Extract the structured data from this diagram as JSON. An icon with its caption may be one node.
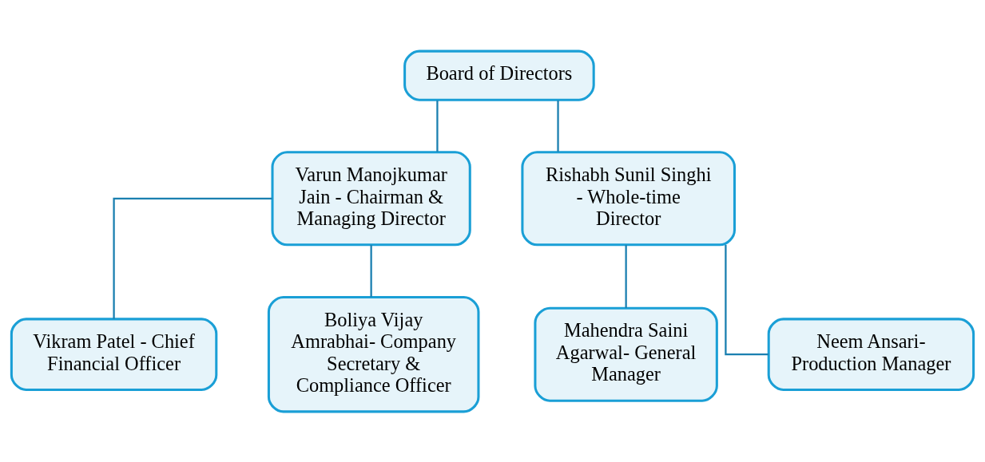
{
  "diagram": {
    "nodes": [
      {
        "text": [
          "Board of Directors"
        ]
      },
      {
        "text": [
          "Varun Manojkumar Jain - Chairman & Managing Director"
        ]
      },
      {
        "text": [
          "Rishabh Sunil Singhi - Whole-time Director"
        ]
      },
      {
        "text": [
          "Vikram Patel - Chief Financial Officer"
        ]
      },
      {
        "text": [
          "Boliya Vijay Amrabhai- Company Secretary & Compliance Officer"
        ]
      },
      {
        "text": [
          "Mahendra Saini Agarwal- General Manager"
        ]
      },
      {
        "text": [
          "Neem Ansari- Production Manager"
        ]
      }
    ],
    "edges": [
      {
        "from": 0,
        "to": 1,
        "arrow": "none"
      },
      {
        "from": 0,
        "to": 2,
        "arrow": "none"
      },
      {
        "from": 1,
        "to": 3,
        "arrow": "none"
      },
      {
        "from": 1,
        "to": 4,
        "arrow": "none"
      },
      {
        "from": 2,
        "to": 5,
        "arrow": "none"
      },
      {
        "from": 2,
        "to": 6,
        "arrow": "none"
      }
    ]
  }
}
